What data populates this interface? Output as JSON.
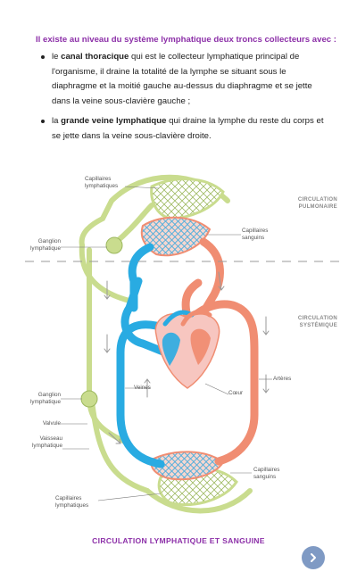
{
  "intro": "Il existe au niveau du système lymphatique deux troncs collecteurs avec :",
  "points": [
    {
      "before": " le ",
      "term": "canal thoracique",
      "after": " qui est le collecteur lymphatique principal de l'organisme, il draine la totalité de la lymphe se situant sous le diaphragme et la moitié gauche au-dessus du diaphragme et se jette dans la veine sous-clavière gauche ;"
    },
    {
      "before": "la ",
      "term": "grande veine lymphatique",
      "after": " qui draine la lymphe du reste du corps et se jette dans la veine sous-clavière droite."
    }
  ],
  "diagram": {
    "labels": {
      "capillaires_lymph_top": "Capillaires\nlymphatiques",
      "circulation_pulmonaire": "CIRCULATION\nPULMONAIRE",
      "ganglion_top": "Ganglion\nlymphatique",
      "capillaires_sanguins_top": "Capillaires\nsanguins",
      "circulation_systemique": "CIRCULATION\nSYSTÉMIQUE",
      "veines": "Veines",
      "arteres": "Artères",
      "coeur": "Cœur",
      "ganglion_bottom": "Ganglion\nlymphatique",
      "valvule": "Valvule",
      "vaisseau": "Vaisseau\nlymphatique",
      "capillaires_sanguins_bottom": "Capillaires\nsanguins",
      "capillaires_lymph_bottom": "Capillaires\nlymphatiques"
    },
    "colors": {
      "lymph": "#c9dc8e",
      "lymph_dark": "#9cb85e",
      "vein": "#29abe2",
      "artery": "#f08d72",
      "heart_bg": "#f7c6c0"
    }
  },
  "caption": "CIRCULATION LYMPHATIQUE ET SANGUINE",
  "nav": {
    "next_icon": "chevron-right-icon",
    "color": "#7f9ac4"
  }
}
